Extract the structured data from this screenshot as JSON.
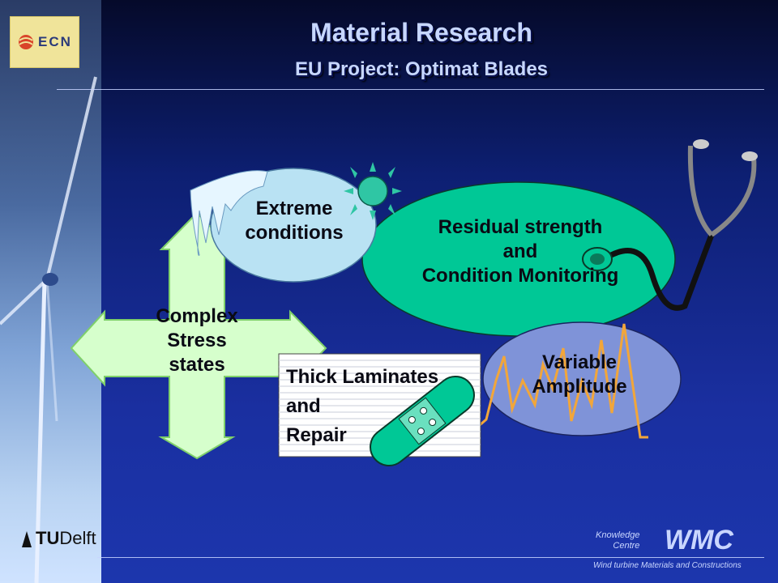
{
  "slide": {
    "title": "Material Research",
    "subtitle": "EU Project: Optimat Blades",
    "logo_text": "ECN"
  },
  "diagram": {
    "cross_label": "Complex\nStress\nstates",
    "extreme_label": "Extreme\nconditions",
    "residual_label": "Residual strength\nand\nCondition Monitoring",
    "variable_label": "Variable\nAmplitude",
    "laminates_label": "Thick Laminates\nand\nRepair"
  },
  "footer": {
    "tudelft": "Delft",
    "tu_prefix": "TU",
    "knowledge_centre": "Knowledge\nCentre",
    "wmc": "WMC",
    "wmc_subtitle": "Wind turbine Materials and Constructions"
  },
  "colors": {
    "accent_green": "#00c896",
    "cross_green": "#d9ffd0",
    "ice_blue": "#b9e2f3",
    "variable_blue": "#7f93d8",
    "wave_orange": "#f2a63a"
  },
  "icons": [
    "sun-icon",
    "stethoscope-icon",
    "bandage-icon",
    "icicle-icon",
    "turbine-icon",
    "tudelft-flame-icon"
  ]
}
